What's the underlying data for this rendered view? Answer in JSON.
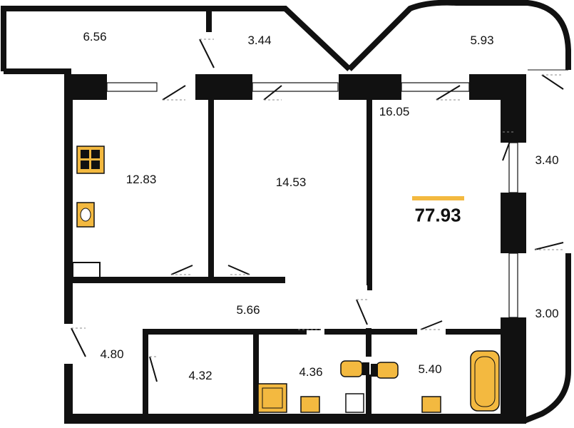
{
  "plan": {
    "total_area": "77.93",
    "accent_color": "#f3b940",
    "wall_color": "#111111",
    "rooms": [
      {
        "id": "balcony-left",
        "area": "6.56"
      },
      {
        "id": "balcony-middle",
        "area": "3.44"
      },
      {
        "id": "balcony-right",
        "area": "5.93"
      },
      {
        "id": "living-room",
        "area": "16.05"
      },
      {
        "id": "balcony-side-top",
        "area": "3.40"
      },
      {
        "id": "kitchen",
        "area": "12.83"
      },
      {
        "id": "bedroom",
        "area": "14.53"
      },
      {
        "id": "hallway",
        "area": "5.66"
      },
      {
        "id": "entrance",
        "area": "4.80"
      },
      {
        "id": "storage",
        "area": "4.32"
      },
      {
        "id": "bathroom",
        "area": "4.36"
      },
      {
        "id": "bathroom-2",
        "area": "5.40"
      },
      {
        "id": "balcony-side-bottom",
        "area": "3.00"
      }
    ]
  }
}
